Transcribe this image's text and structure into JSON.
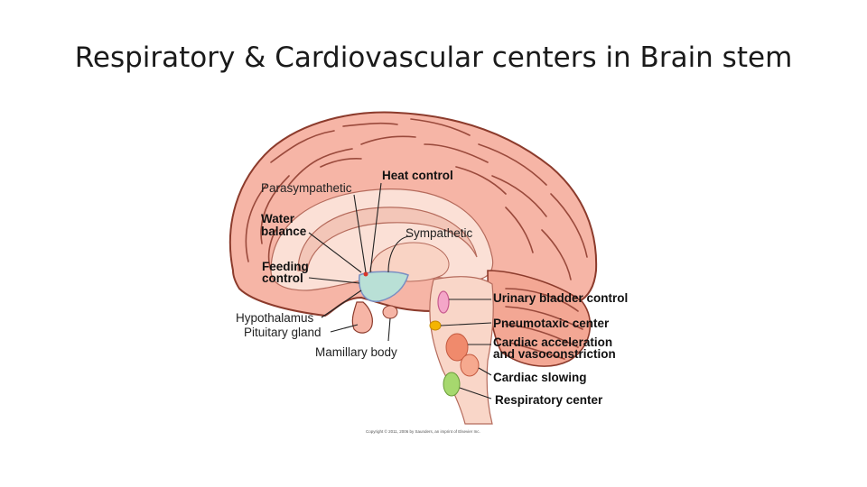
{
  "title": "Respiratory & Cardiovascular centers in Brain stem",
  "labels": {
    "heat_control": "Heat control",
    "parasympathetic": "Parasympathetic",
    "water_balance_1": "Water",
    "water_balance_2": "balance",
    "sympathetic": "Sympathetic",
    "feeding_control_1": "Feeding",
    "feeding_control_2": "control",
    "hypothalamus": "Hypothalamus",
    "pituitary_gland": "Pituitary gland",
    "mamillary_body": "Mamillary body",
    "urinary_bladder_control": "Urinary bladder control",
    "pneumotaxic_center": "Pneumotaxic center",
    "cardiac_acceleration_1": "Cardiac acceleration",
    "cardiac_acceleration_2": "and vasoconstriction",
    "cardiac_slowing": "Cardiac slowing",
    "respiratory_center": "Respiratory center"
  },
  "copyright": "Copyright © 2011, 2006 by Saunders, an imprint of Elsevier Inc.",
  "colors": {
    "cortex": "#f6b5a6",
    "cortex_outline": "#8c3b2c",
    "inner_brain": "#fbe0d6",
    "hypothalamus_area": "#b9e0d6",
    "urinary_bladder_center": "#f4a6c8",
    "pneumotaxic_center": "#f4b400",
    "cardiac_acceleration_center": "#f08a6c",
    "cardiac_slowing_center": "#f6a98f",
    "respiratory_center": "#a6d86e"
  }
}
